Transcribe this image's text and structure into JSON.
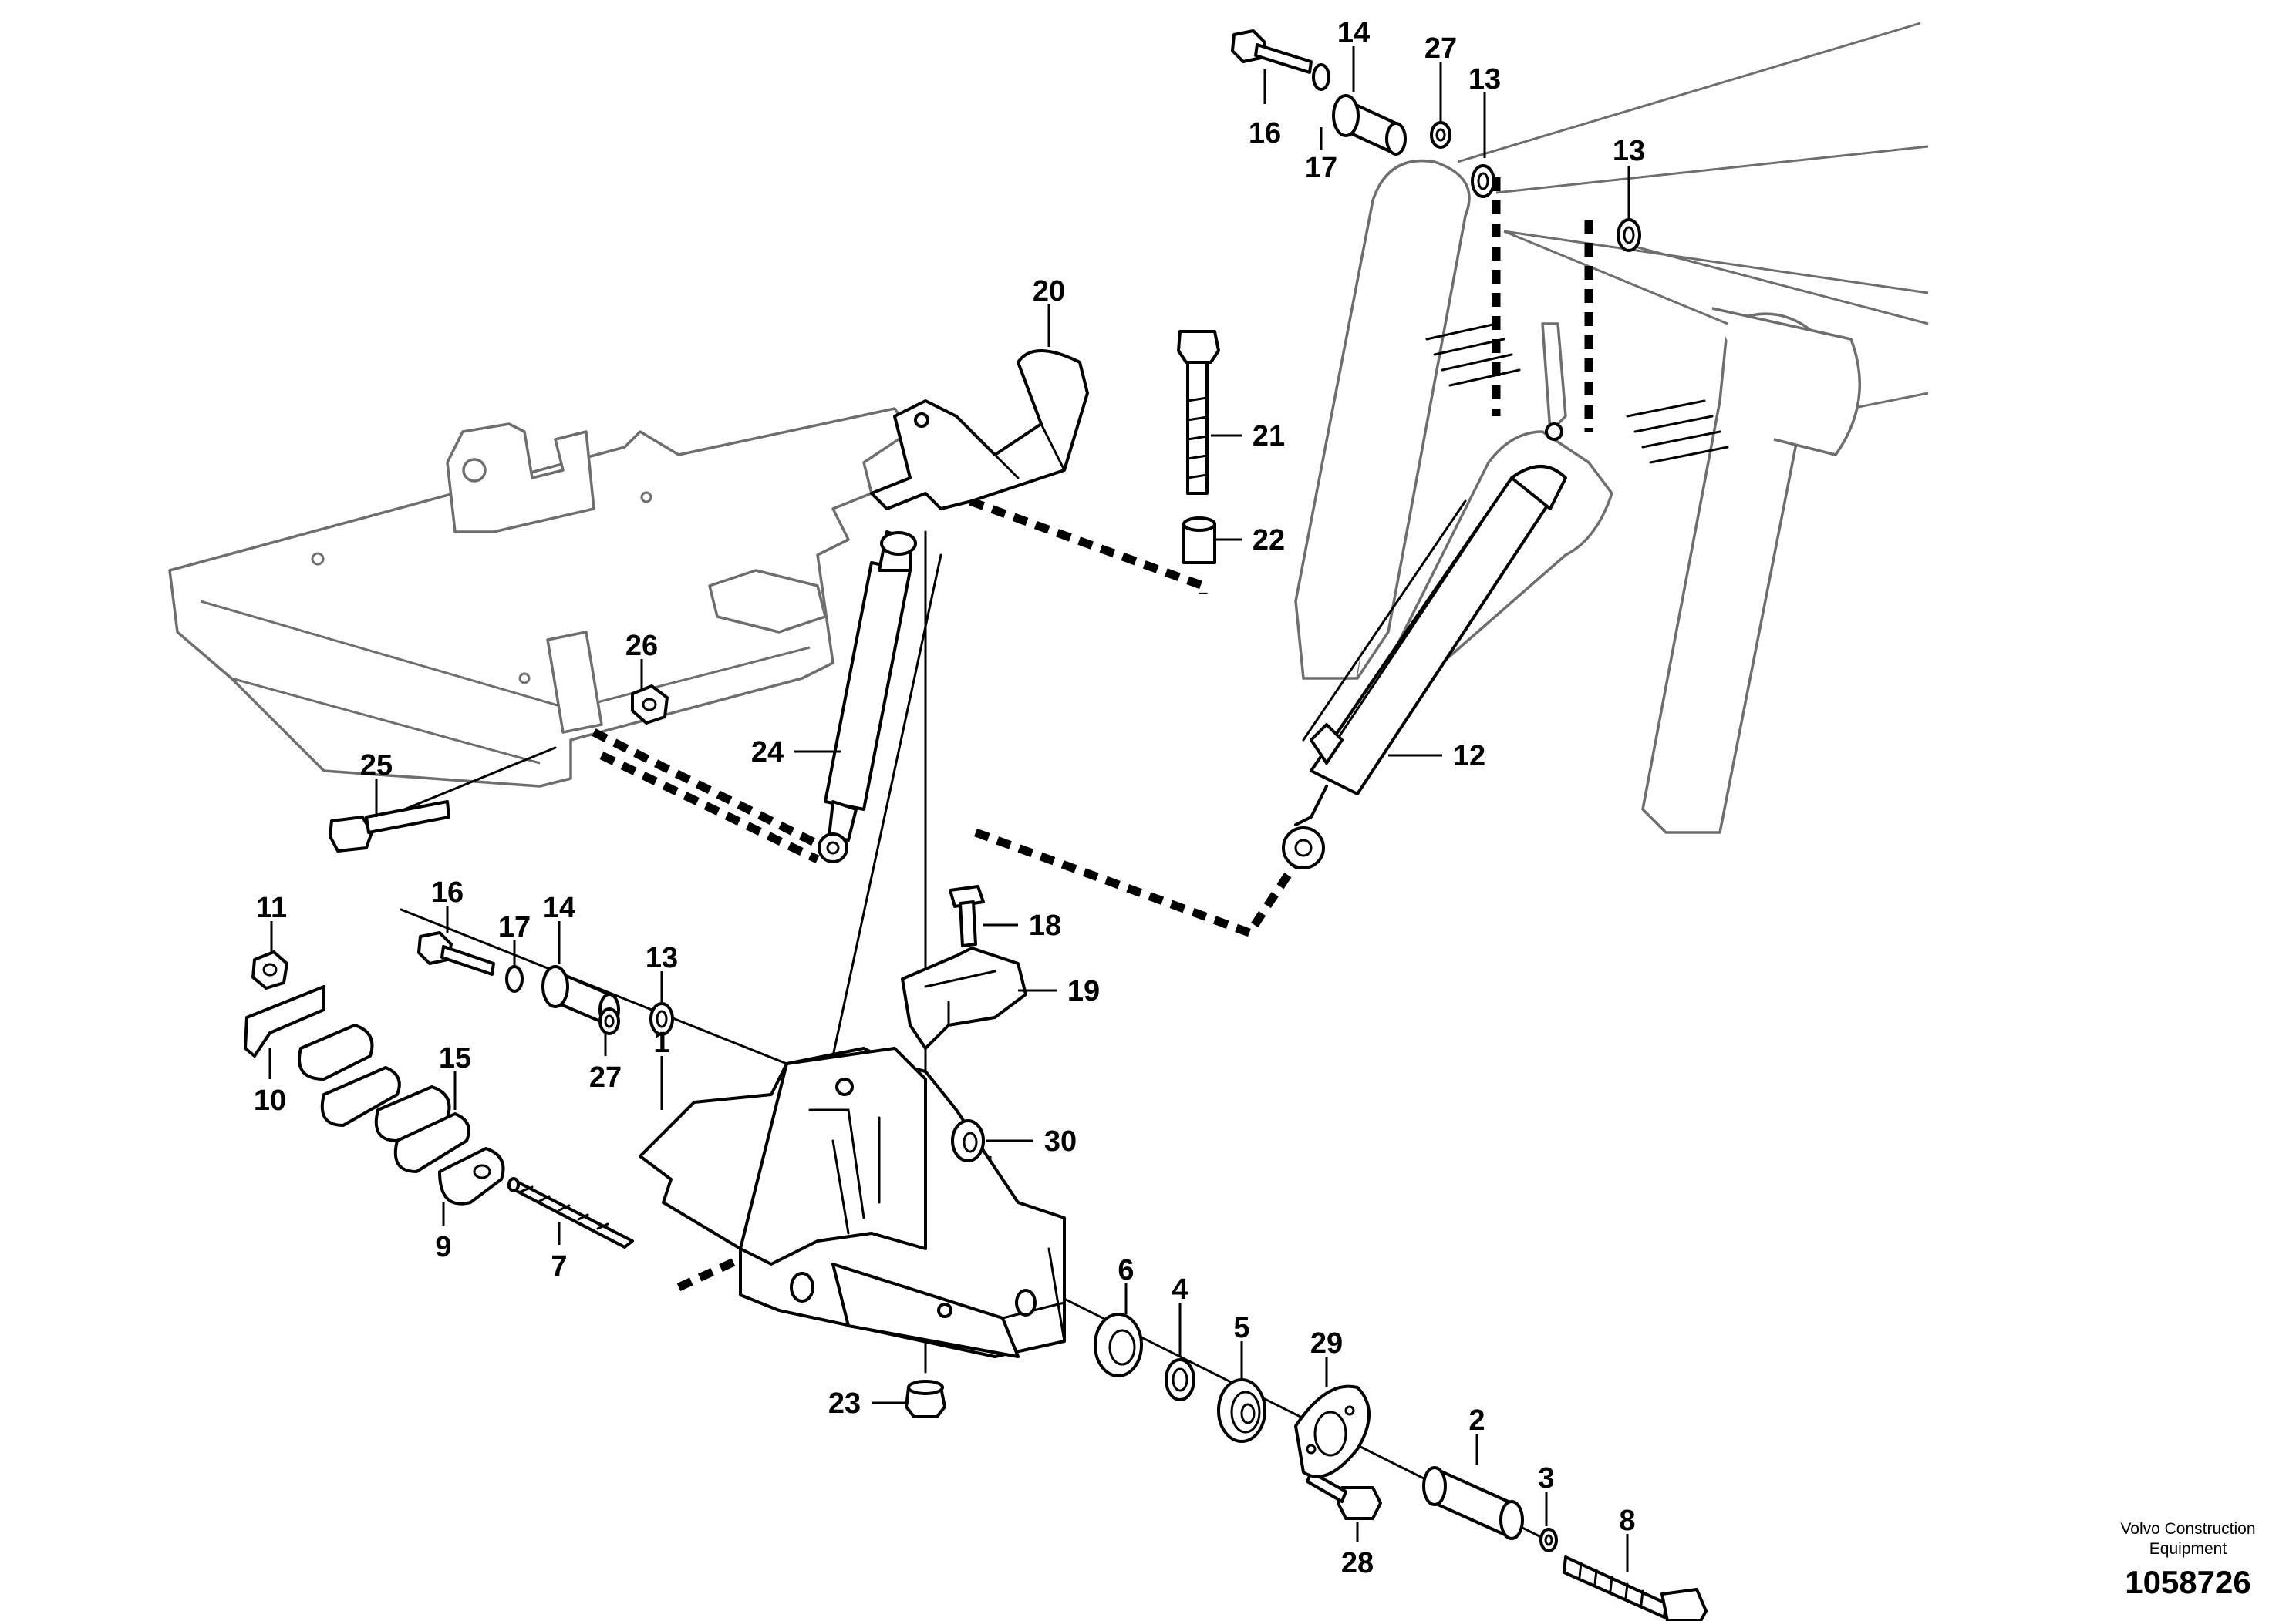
{
  "colors": {
    "line": "#000000",
    "ghost": "#6e6e6e",
    "background": "#ffffff"
  },
  "labels": {
    "l1": "1",
    "l2": "2",
    "l3": "3",
    "l4": "4",
    "l5": "5",
    "l6": "6",
    "l7": "7",
    "l8": "8",
    "l9": "9",
    "l10": "10",
    "l11": "11",
    "l12": "12",
    "l13a": "13",
    "l13b": "13",
    "l13c": "13",
    "l14a": "14",
    "l14b": "14",
    "l15": "15",
    "l16a": "16",
    "l16b": "16",
    "l17a": "17",
    "l17b": "17",
    "l18": "18",
    "l19": "19",
    "l20": "20",
    "l21": "21",
    "l22": "22",
    "l23": "23",
    "l24": "24",
    "l25": "25",
    "l26": "26",
    "l27a": "27",
    "l27b": "27",
    "l28": "28",
    "l29": "29",
    "l30": "30"
  },
  "footer": {
    "maker_line1": "Volvo Construction",
    "maker_line2": "Equipment",
    "doc_number": "1058726"
  }
}
